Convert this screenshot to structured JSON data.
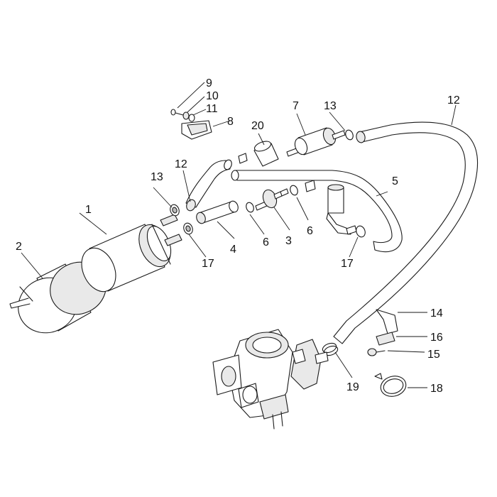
{
  "callouts": [
    {
      "id": "c1",
      "label": "1"
    },
    {
      "id": "c2",
      "label": "2"
    },
    {
      "id": "c3",
      "label": "3"
    },
    {
      "id": "c4",
      "label": "4"
    },
    {
      "id": "c5",
      "label": "5"
    },
    {
      "id": "c6a",
      "label": "6"
    },
    {
      "id": "c6b",
      "label": "6"
    },
    {
      "id": "c7",
      "label": "7"
    },
    {
      "id": "c8",
      "label": "8"
    },
    {
      "id": "c9",
      "label": "9"
    },
    {
      "id": "c10",
      "label": "10"
    },
    {
      "id": "c11",
      "label": "11"
    },
    {
      "id": "c12a",
      "label": "12"
    },
    {
      "id": "c12b",
      "label": "12"
    },
    {
      "id": "c13a",
      "label": "13"
    },
    {
      "id": "c13b",
      "label": "13"
    },
    {
      "id": "c14",
      "label": "14"
    },
    {
      "id": "c15",
      "label": "15"
    },
    {
      "id": "c16",
      "label": "16"
    },
    {
      "id": "c17a",
      "label": "17"
    },
    {
      "id": "c17b",
      "label": "17"
    },
    {
      "id": "c18",
      "label": "18"
    },
    {
      "id": "c19",
      "label": "19"
    },
    {
      "id": "c20",
      "label": "20"
    }
  ]
}
